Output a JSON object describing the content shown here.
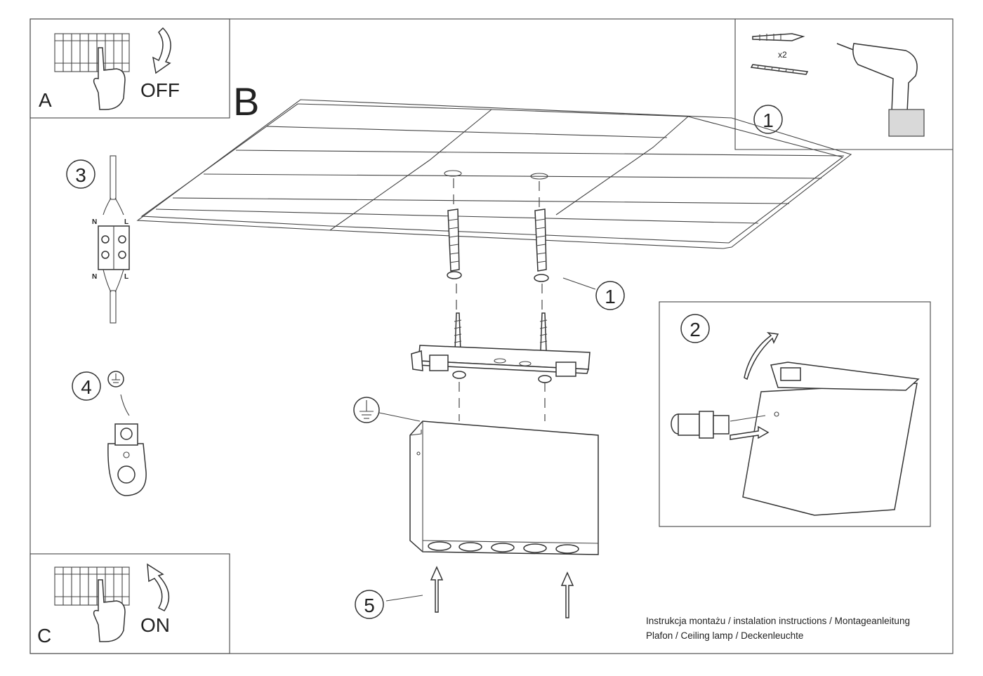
{
  "panels": {
    "a": {
      "letter": "A",
      "caption": "OFF"
    },
    "c": {
      "letter": "C",
      "caption": "ON"
    }
  },
  "main_label": "B",
  "callouts": {
    "tools_step": "1",
    "anchor_qty": "x2",
    "anchor_step": "1",
    "connector_step": "2",
    "wiring_step": "3",
    "ground_step": "4",
    "install_step": "5"
  },
  "wiring": {
    "neutral_top": "N",
    "live_top": "L",
    "neutral_bottom": "N",
    "live_bottom": "L"
  },
  "footer": {
    "line1": "Instrukcja montażu / instalation instructions / Montageanleitung",
    "line2": "Plafon / Ceiling lamp / Deckenleuchte"
  }
}
